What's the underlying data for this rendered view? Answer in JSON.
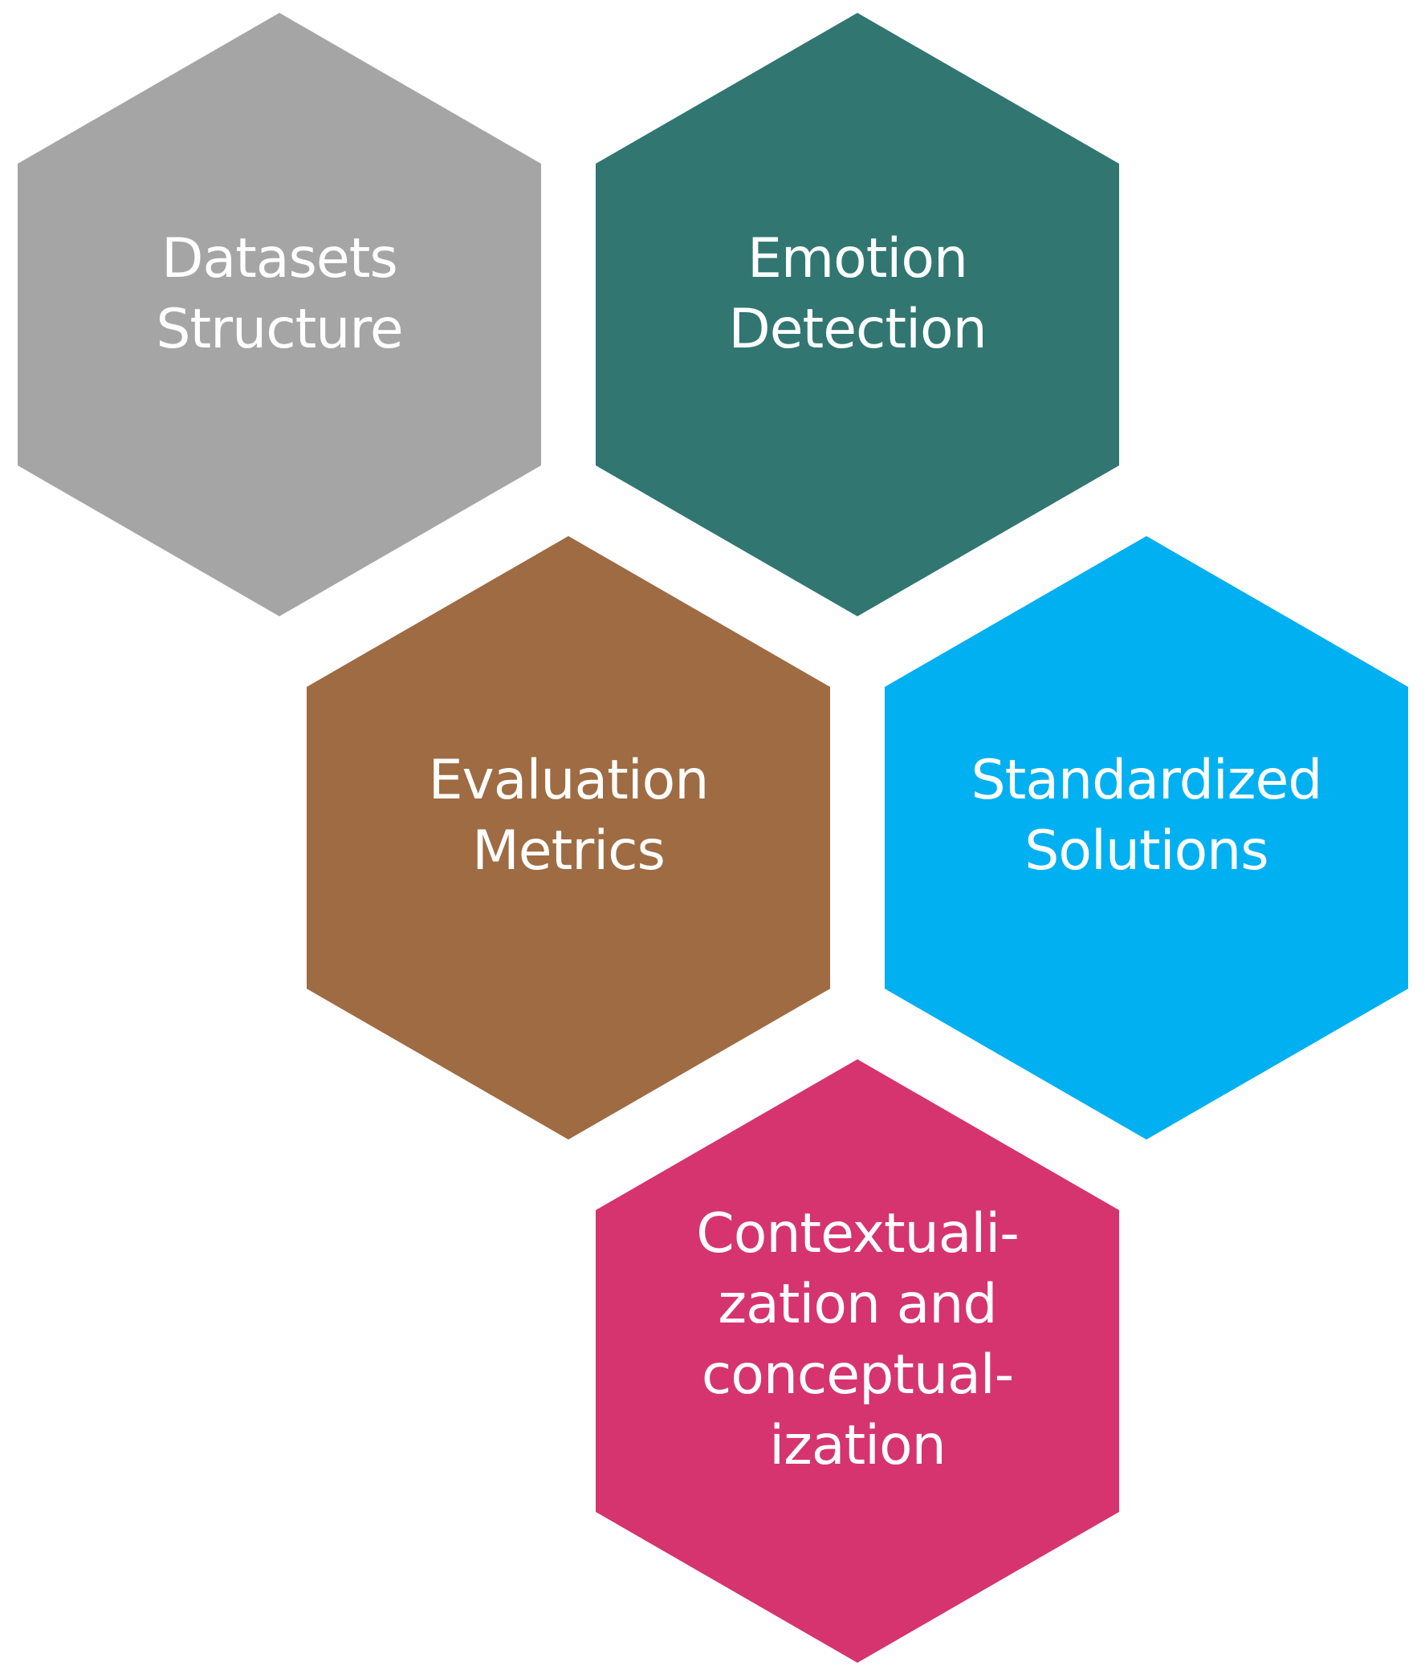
{
  "hexagons": [
    {
      "id": "datasets-structure",
      "lines": [
        "Datasets",
        "Structure"
      ],
      "color": "#a5a5a5"
    },
    {
      "id": "emotion-detection",
      "lines": [
        "Emotion",
        "Detection"
      ],
      "color": "#317671"
    },
    {
      "id": "evaluation-metrics",
      "lines": [
        "Evaluation",
        "Metrics"
      ],
      "color": "#9e6b42"
    },
    {
      "id": "standardized-solutions",
      "lines": [
        "Standardized",
        "Solutions"
      ],
      "color": "#00b0f0"
    },
    {
      "id": "contextualization",
      "lines": [
        "Contextuali-",
        "zation and",
        "conceptual-",
        "ization"
      ],
      "color": "#d5346f"
    }
  ]
}
